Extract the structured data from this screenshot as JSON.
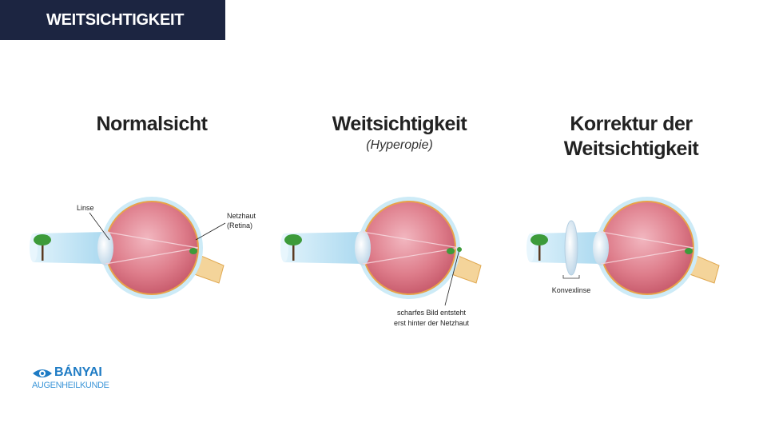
{
  "banner": "WEITSICHTIGKEIT",
  "panels": [
    {
      "title": "Normalsicht",
      "labels": {
        "lens": "Linse",
        "retina_1": "Netzhaut",
        "retina_2": "(Retina)"
      }
    },
    {
      "title": "Weitsichtigkeit",
      "subtitle": "(Hyperopie)",
      "labels": {
        "focus_1": "scharfes Bild entsteht",
        "focus_2": "erst hinter der Netzhaut"
      }
    },
    {
      "title_1": "Korrektur der",
      "title_2": "Weitsichtigkeit",
      "labels": {
        "convex": "Konvexlinse"
      }
    }
  ],
  "logo": {
    "name": "BÁNYAI",
    "tagline": "AUGENHEILKUNDE"
  },
  "colors": {
    "banner": "#1c2541",
    "eye": "#d9707f",
    "beam": "#bfe3f5",
    "brand": "#1e7bc4"
  }
}
